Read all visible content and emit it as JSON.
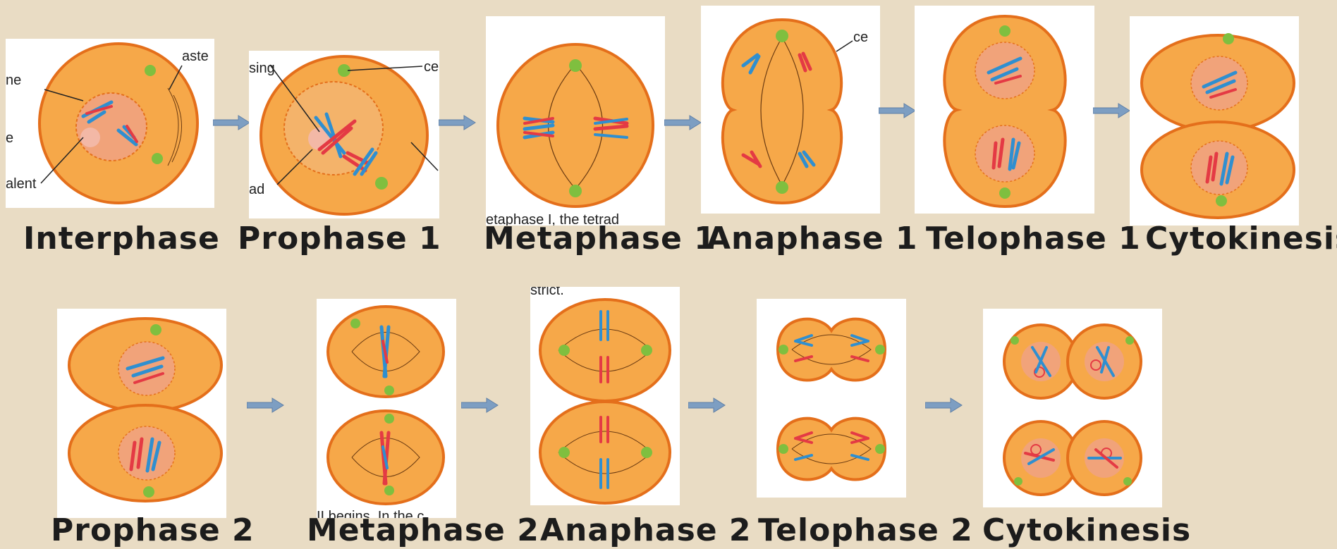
{
  "row1_labels": [
    "Interphase",
    "Prophase 1",
    "Metaphase 1",
    "Anaphase 1",
    "Telophase 1",
    "Cytokinesis"
  ],
  "row2_labels": [
    "Prophase 2",
    "Metaphase 2",
    "Anaphase 2",
    "Telophase 2",
    "Cytokinesis"
  ],
  "callouts": {
    "interphase": [
      "ne",
      "aste",
      "e",
      "alent"
    ],
    "prophase1": [
      "sing",
      "ce",
      "ad"
    ],
    "metaphase1_caption": "etaphase I, the tetrad",
    "anaphase1": "ce",
    "anaphase2_caption": "strict.",
    "metaphase2_caption": "II begins. In the c"
  },
  "colors": {
    "background": "#e9dcc4",
    "cell_fill": "#f6a849",
    "cell_stroke": "#e46f1b",
    "nucleus": "#f1a37a",
    "chromosome_blue": "#2f8fd0",
    "chromosome_red": "#e43a44",
    "centrosome": "#7fbf3f",
    "arrow": "#7d9ec2"
  }
}
